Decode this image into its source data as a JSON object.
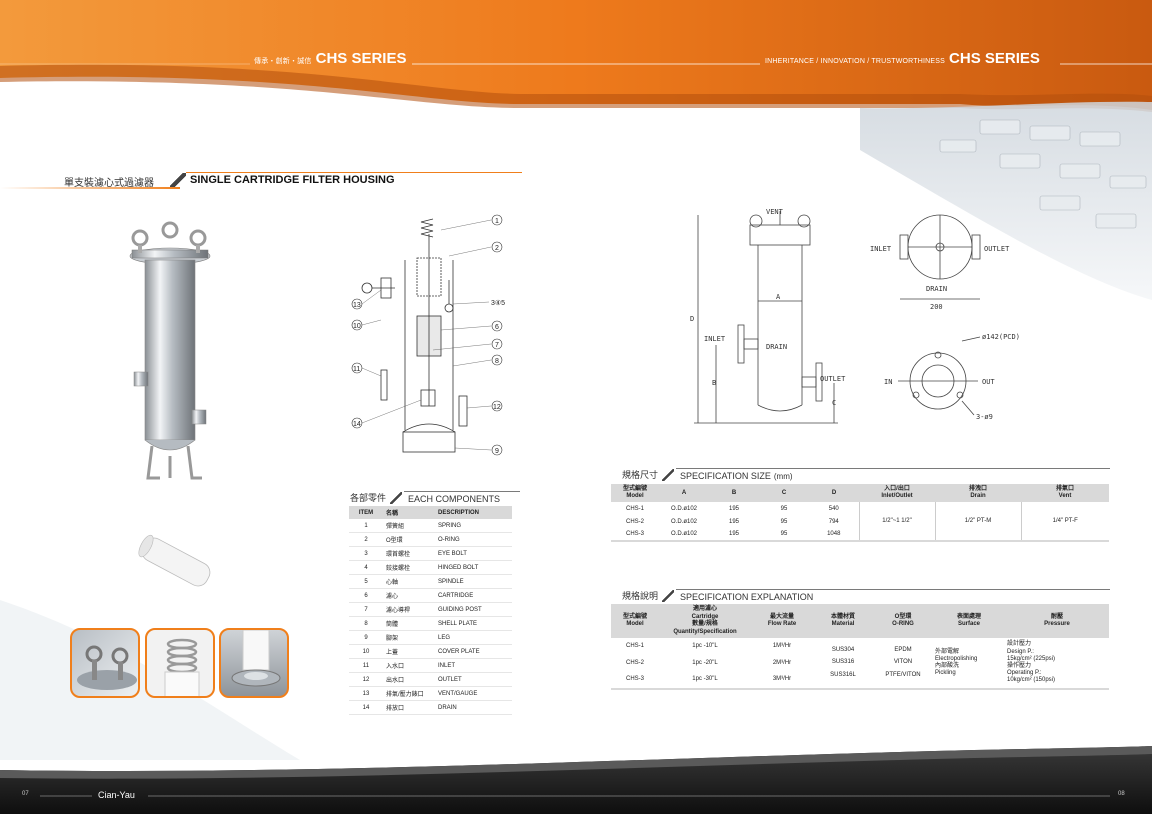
{
  "header": {
    "left_small": "傳承・創新・誠信",
    "left_series": "CHS SERIES",
    "right_small": "INHERITANCE / INNOVATION / TRUSTWORTHINESS",
    "right_series": "CHS SERIES"
  },
  "title": {
    "cn": "單支裝濾心式過濾器",
    "en": "SINGLE CARTRIDGE FILTER HOUSING"
  },
  "components": {
    "heading_cn": "各部零件",
    "heading_en": "EACH COMPONENTS",
    "columns": [
      "ITEM",
      "名稱",
      "DESCRIPTION"
    ],
    "rows": [
      [
        "1",
        "彈簧組",
        "SPRING"
      ],
      [
        "2",
        "O型環",
        "O-RING"
      ],
      [
        "3",
        "環首螺栓",
        "EYE BOLT"
      ],
      [
        "4",
        "鉸接螺栓",
        "HINGED BOLT"
      ],
      [
        "5",
        "心軸",
        "SPINDLE"
      ],
      [
        "6",
        "濾心",
        "CARTRIDGE"
      ],
      [
        "7",
        "濾心導桿",
        "GUIDING POST"
      ],
      [
        "8",
        "筒體",
        "SHELL PLATE"
      ],
      [
        "9",
        "腳架",
        "LEG"
      ],
      [
        "10",
        "上蓋",
        "COVER PLATE"
      ],
      [
        "11",
        "入水口",
        "INLET"
      ],
      [
        "12",
        "出水口",
        "OUTLET"
      ],
      [
        "13",
        "排氣/壓力錶口",
        "VENT/GAUGE"
      ],
      [
        "14",
        "排放口",
        "DRAIN"
      ]
    ]
  },
  "spec_size": {
    "heading_cn": "規格尺寸",
    "heading_en": "SPECIFICATION SIZE",
    "unit": "(mm)",
    "col_model_cn": "型式編號",
    "col_model_en": "Model",
    "col_a": "A",
    "col_b": "B",
    "col_c": "C",
    "col_d": "D",
    "col_io_cn": "入口/出口",
    "col_io_en": "Inlet/Outlet",
    "col_drain_cn": "排洩口",
    "col_drain_en": "Drain",
    "col_vent_cn": "排氣口",
    "col_vent_en": "Vent",
    "rows": [
      [
        "CHS-1",
        "O.D.ø102",
        "195",
        "95",
        "540"
      ],
      [
        "CHS-2",
        "O.D.ø102",
        "195",
        "95",
        "794"
      ],
      [
        "CHS-3",
        "O.D.ø102",
        "195",
        "95",
        "1048"
      ]
    ],
    "inlet_outlet": "1/2\"~1 1/2\"",
    "drain": "1/2\" PT-M",
    "vent": "1/4\" PT-F"
  },
  "spec_expl": {
    "heading_cn": "規格說明",
    "heading_en": "SPECIFICATION EXPLANATION",
    "col_model_cn": "型式編號",
    "col_model_en": "Model",
    "col_cart_cn1": "適用濾心",
    "col_cart_en1": "Cartridge",
    "col_cart_cn2": "數量/規格",
    "col_cart_en2": "Quantity/Specification",
    "col_flow_cn": "最大流量",
    "col_flow_en": "Flow Rate",
    "col_mat_cn": "本體材質",
    "col_mat_en": "Material",
    "col_oring_cn": "O型環",
    "col_oring_en": "O-RING",
    "col_surf_cn": "表面處理",
    "col_surf_en": "Surface",
    "col_press_cn": "耐壓",
    "col_press_en": "Pressure",
    "rows": [
      [
        "CHS-1",
        "1pc -10\"L",
        "1M³/Hr"
      ],
      [
        "CHS-2",
        "1pc -20\"L",
        "2M³/Hr"
      ],
      [
        "CHS-3",
        "1pc -30\"L",
        "3M³/Hr"
      ]
    ],
    "materials": [
      "SUS304",
      "SUS316",
      "SUS316L"
    ],
    "orings": [
      "EPDM",
      "VITON",
      "PTFE/VITON"
    ],
    "surface": [
      "外部電解",
      "Electropolishing",
      "內部酸洗",
      "Pickling"
    ],
    "pressure": [
      "設計壓力",
      "Design P.:",
      "15kg/cm² (225psi)",
      "操作壓力",
      "Operating P.:",
      "10kg/cm² (150psi)"
    ]
  },
  "diagram": {
    "callouts": [
      "1",
      "2",
      "3④5",
      "6",
      "7",
      "8",
      "9",
      "10",
      "11",
      "12",
      "13",
      "14"
    ],
    "dim_labels": {
      "vent": "VENT",
      "inlet": "INLET",
      "outlet": "OUTLET",
      "drain": "DRAIN",
      "a": "A",
      "b": "B",
      "c": "C",
      "d": "D",
      "inlet2": "INLET",
      "outlet2": "OUTLET",
      "drain2": "DRAIN",
      "width": "200",
      "pcd": "ø142(PCD)",
      "in": "IN",
      "out": "OUT",
      "holes": "3-ø9"
    }
  },
  "footer": {
    "page_left": "07",
    "brand": "Cian-Yau",
    "page_right": "08"
  },
  "colors": {
    "orange": "#f07f1b",
    "dark": "#1a1a1a",
    "table_header": "#d9d9d9"
  }
}
